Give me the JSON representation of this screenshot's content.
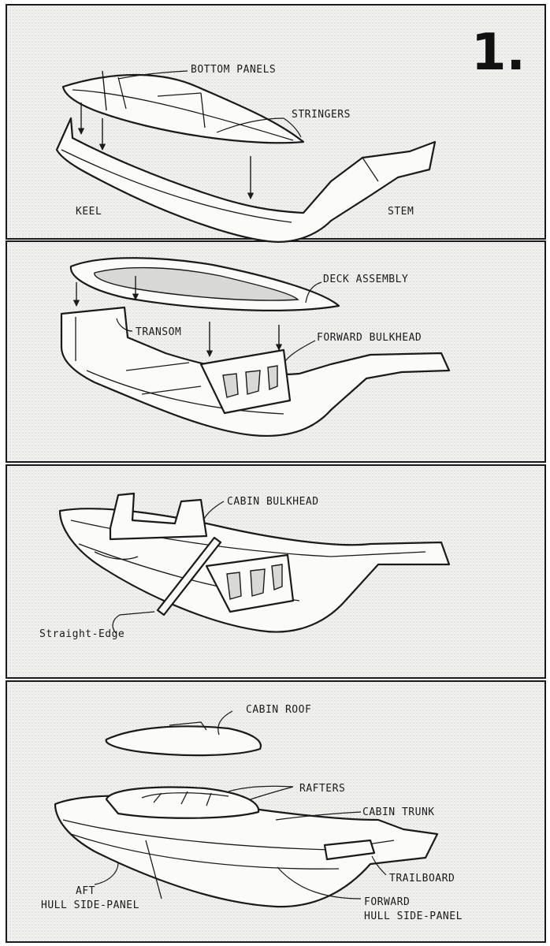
{
  "step_number": "1.",
  "panels": [
    {
      "labels": {
        "bottom_panels": "BOTTOM PANELS",
        "stringers": "STRINGERS",
        "keel": "KEEL",
        "stem": "STEM"
      }
    },
    {
      "labels": {
        "deck_assembly": "DECK ASSEMBLY",
        "transom": "TRANSOM",
        "forward_bulkhead": "FORWARD BULKHEAD"
      }
    },
    {
      "labels": {
        "cabin_bulkhead": "CABIN BULKHEAD",
        "straight_edge": "Straight-Edge"
      }
    },
    {
      "labels": {
        "cabin_roof": "CABIN ROOF",
        "rafters": "RAFTERS",
        "cabin_trunk": "CABIN TRUNK",
        "trailboard": "TRAILBOARD",
        "aft_line1": "AFT",
        "aft_line2": "HULL SIDE-PANEL",
        "forward_line1": "FORWARD",
        "forward_line2": "HULL SIDE-PANEL"
      }
    }
  ]
}
